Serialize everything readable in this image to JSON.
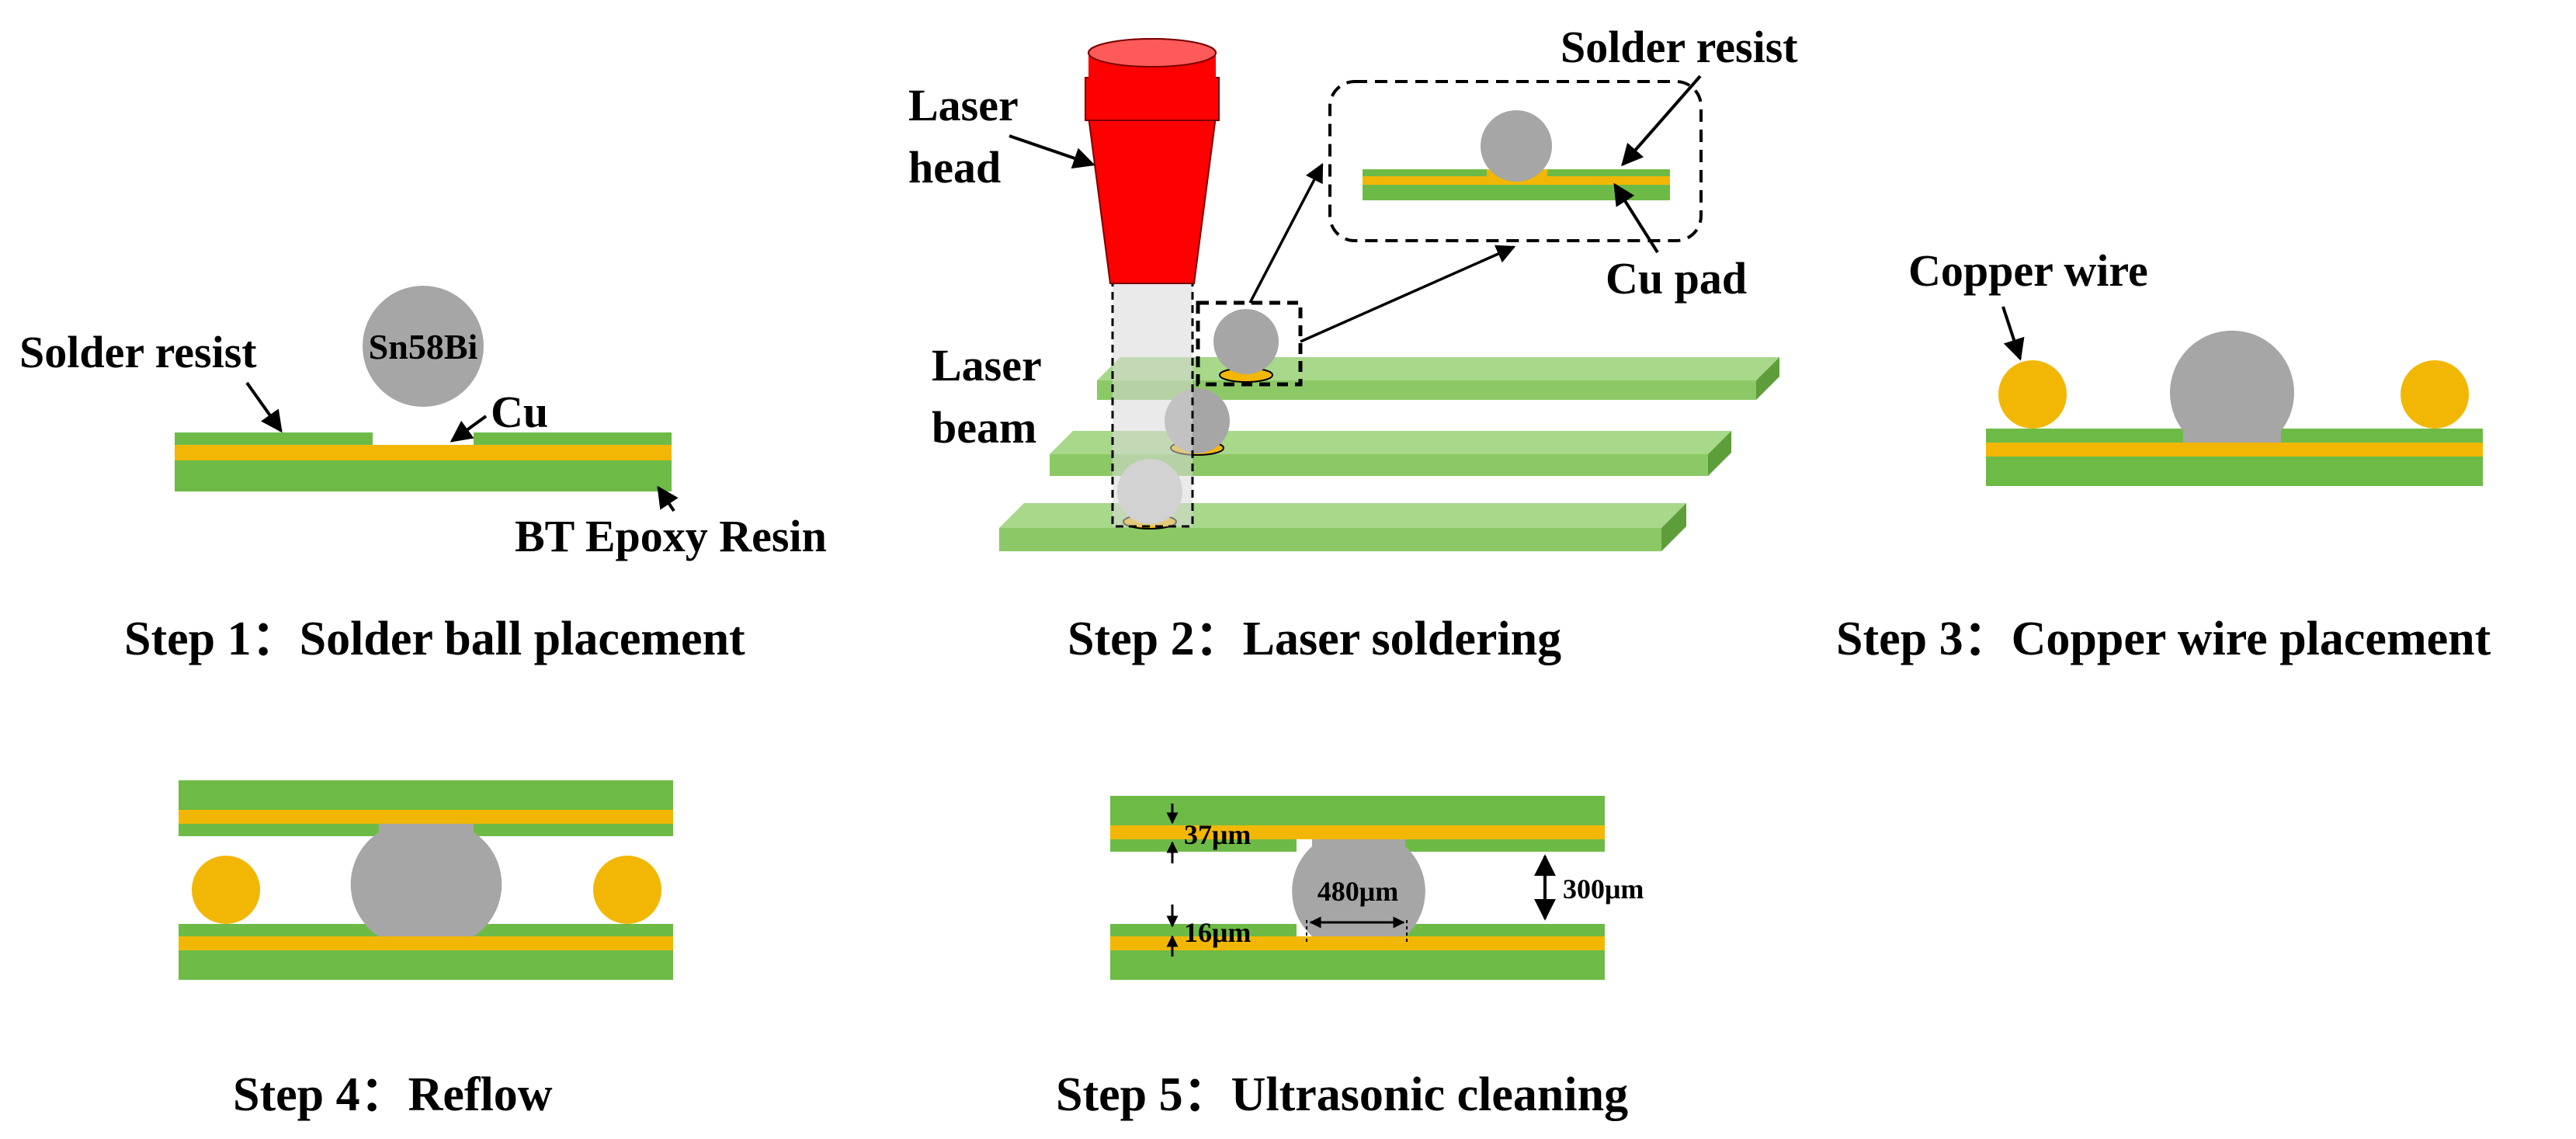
{
  "colors": {
    "epoxy_green": "#6DBB46",
    "epoxy_light_green": "#8CC966",
    "copper_yellow": "#F2B705",
    "solder_gray": "#A6A6A6",
    "laser_red": "#FF0000",
    "line": "#000000"
  },
  "step1": {
    "caption": "Step 1：Solder ball placement",
    "solder_ball_label": "Sn58Bi",
    "solder_resist_label": "Solder resist",
    "cu_label": "Cu",
    "substrate_label": "BT Epoxy Resin"
  },
  "step2": {
    "caption": "Step 2：Laser soldering",
    "laser_head_label_line1": "Laser",
    "laser_head_label_line2": "head",
    "laser_beam_label_line1": "Laser",
    "laser_beam_label_line2": "beam",
    "inset_solder_resist_label": "Solder resist",
    "inset_cu_pad_label": "Cu pad"
  },
  "step3": {
    "caption": "Step 3：Copper wire placement",
    "copper_wire_label": "Copper wire"
  },
  "step4": {
    "caption": "Step 4：Reflow"
  },
  "step5": {
    "caption": "Step 5：Ultrasonic cleaning",
    "top_resist_thickness": "37μm",
    "bottom_resist_thickness": "16μm",
    "ball_width": "480μm",
    "gap_height": "300μm"
  }
}
